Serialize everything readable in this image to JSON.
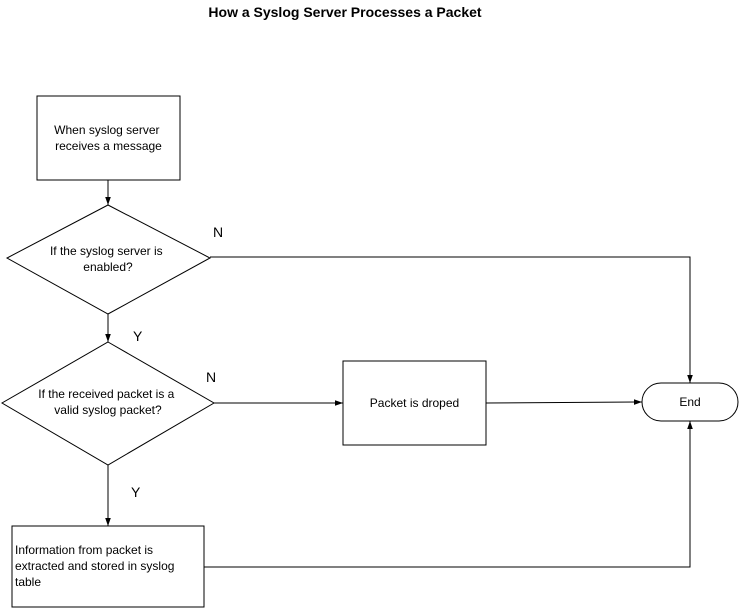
{
  "title": "How a Syslog Server Processes a Packet",
  "nodes": {
    "start": {
      "lines": [
        "When syslog server",
        "receives a message"
      ]
    },
    "decision_enabled": {
      "lines": [
        "If the syslog server is",
        "enabled?"
      ]
    },
    "decision_valid": {
      "lines": [
        "If the received packet is a",
        "valid syslog packet?"
      ]
    },
    "dropped": {
      "lines": [
        "Packet is droped"
      ]
    },
    "extract": {
      "lines": [
        "Information from packet is",
        "extracted and stored in syslog",
        "table"
      ]
    },
    "end": {
      "lines": [
        "End"
      ]
    }
  },
  "edge_labels": {
    "enabled_no": "N",
    "enabled_yes": "Y",
    "valid_no": "N",
    "valid_yes": "Y"
  }
}
